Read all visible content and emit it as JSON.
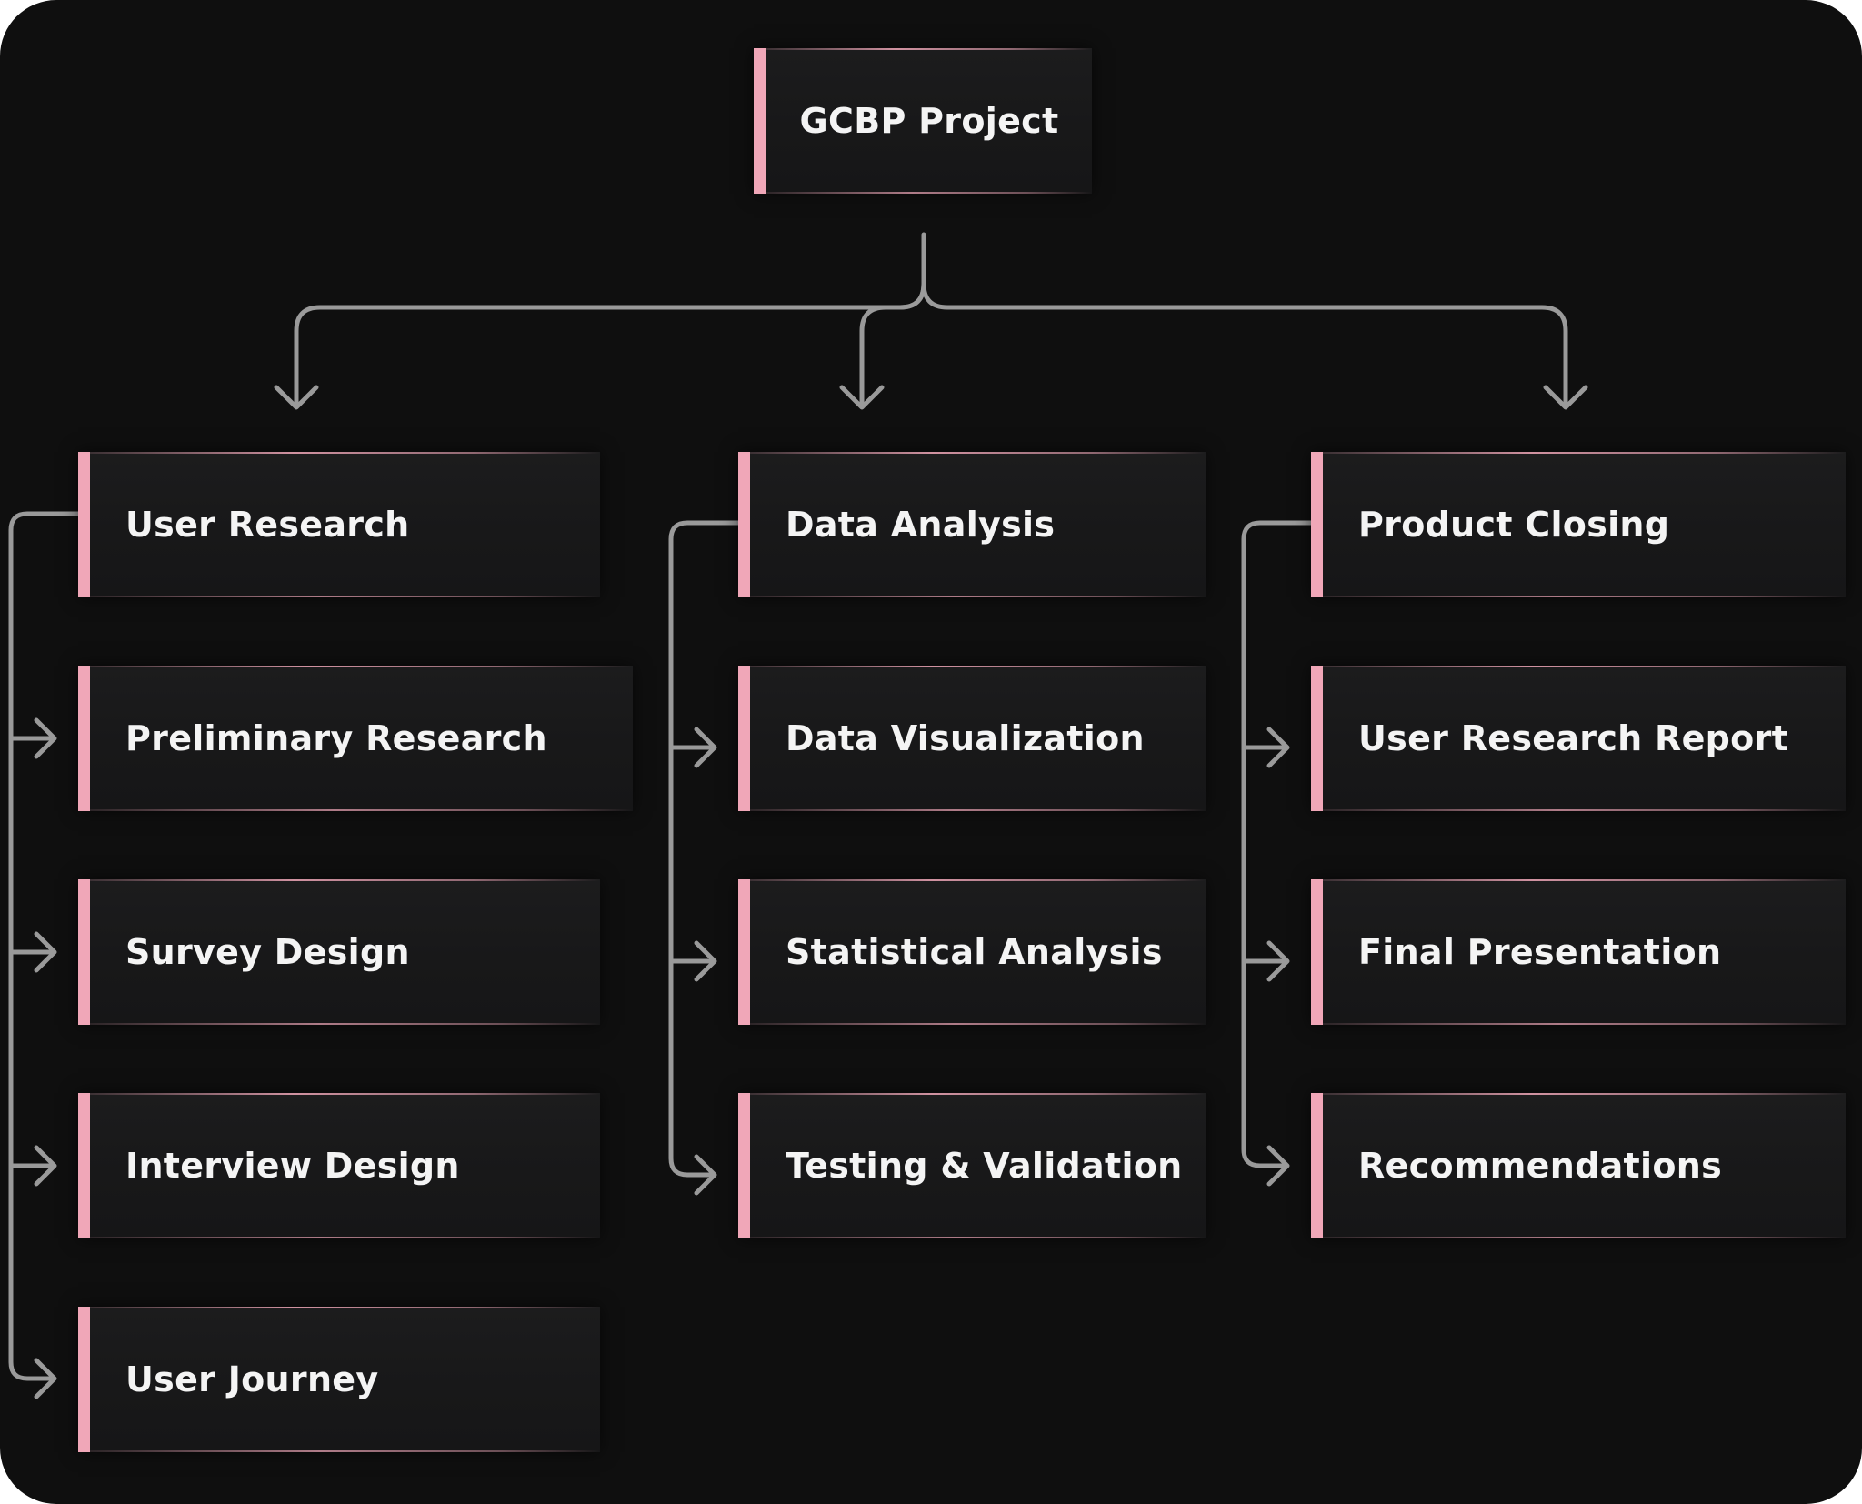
{
  "colors": {
    "background": "#0f0f0f",
    "node_fill": "#1a1a1b",
    "accent": "#f0a7b8",
    "connector": "#9a9a9a",
    "text": "#f4f4f4"
  },
  "root": {
    "label": "GCBP Project"
  },
  "columns": [
    {
      "header": "User Research",
      "children": [
        "Preliminary Research",
        "Survey Design",
        "Interview Design",
        "User Journey"
      ]
    },
    {
      "header": "Data Analysis",
      "children": [
        "Data Visualization",
        "Statistical Analysis",
        "Testing & Validation"
      ]
    },
    {
      "header": "Product Closing",
      "children": [
        "User Research Report",
        "Final Presentation",
        "Recommendations"
      ]
    }
  ]
}
